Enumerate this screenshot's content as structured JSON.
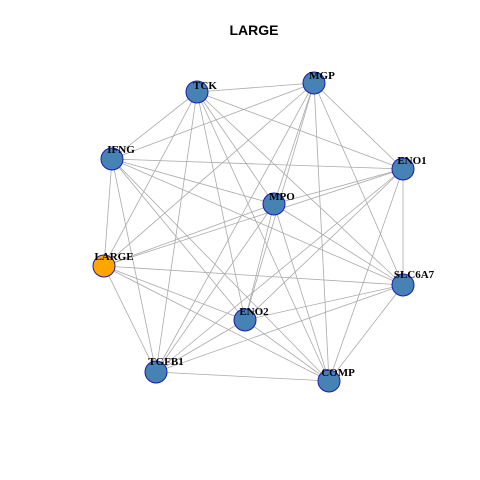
{
  "title": "LARGE",
  "colors": {
    "node_default": "#4682B4",
    "node_highlight": "#FFA500",
    "node_stroke": "#1A1AB3",
    "edge": "#AAAAAA"
  },
  "nodes": [
    {
      "id": "TCK",
      "label": "TCK",
      "highlight": false
    },
    {
      "id": "MGP",
      "label": "MGP",
      "highlight": false
    },
    {
      "id": "IFNG",
      "label": "IFNG",
      "highlight": false
    },
    {
      "id": "ENO1",
      "label": "ENO1",
      "highlight": false
    },
    {
      "id": "MPO",
      "label": "MPO",
      "highlight": false
    },
    {
      "id": "LARGE",
      "label": "LARGE",
      "highlight": true
    },
    {
      "id": "SLC6A7",
      "label": "SLC6A7",
      "highlight": false
    },
    {
      "id": "ENO2",
      "label": "ENO2",
      "highlight": false
    },
    {
      "id": "TGFB1",
      "label": "TGFB1",
      "highlight": false
    },
    {
      "id": "COMP",
      "label": "COMP",
      "highlight": false
    }
  ],
  "edges": [
    [
      "TCK",
      "MGP"
    ],
    [
      "TCK",
      "IFNG"
    ],
    [
      "TCK",
      "ENO1"
    ],
    [
      "TCK",
      "MPO"
    ],
    [
      "TCK",
      "SLC6A7"
    ],
    [
      "TCK",
      "ENO2"
    ],
    [
      "TCK",
      "TGFB1"
    ],
    [
      "TCK",
      "COMP"
    ],
    [
      "TCK",
      "LARGE"
    ],
    [
      "MGP",
      "IFNG"
    ],
    [
      "MGP",
      "ENO1"
    ],
    [
      "MGP",
      "MPO"
    ],
    [
      "MGP",
      "SLC6A7"
    ],
    [
      "MGP",
      "ENO2"
    ],
    [
      "MGP",
      "TGFB1"
    ],
    [
      "MGP",
      "COMP"
    ],
    [
      "MGP",
      "LARGE"
    ],
    [
      "IFNG",
      "ENO1"
    ],
    [
      "IFNG",
      "MPO"
    ],
    [
      "IFNG",
      "LARGE"
    ],
    [
      "IFNG",
      "TGFB1"
    ],
    [
      "IFNG",
      "COMP"
    ],
    [
      "IFNG",
      "SLC6A7"
    ],
    [
      "IFNG",
      "ENO2"
    ],
    [
      "ENO1",
      "MPO"
    ],
    [
      "ENO1",
      "LARGE"
    ],
    [
      "ENO1",
      "SLC6A7"
    ],
    [
      "ENO1",
      "ENO2"
    ],
    [
      "ENO1",
      "TGFB1"
    ],
    [
      "ENO1",
      "COMP"
    ],
    [
      "MPO",
      "LARGE"
    ],
    [
      "MPO",
      "SLC6A7"
    ],
    [
      "MPO",
      "ENO2"
    ],
    [
      "MPO",
      "TGFB1"
    ],
    [
      "MPO",
      "COMP"
    ],
    [
      "LARGE",
      "SLC6A7"
    ],
    [
      "LARGE",
      "TGFB1"
    ],
    [
      "LARGE",
      "COMP"
    ],
    [
      "LARGE",
      "ENO2"
    ],
    [
      "SLC6A7",
      "ENO2"
    ],
    [
      "SLC6A7",
      "TGFB1"
    ],
    [
      "SLC6A7",
      "COMP"
    ],
    [
      "ENO2",
      "TGFB1"
    ],
    [
      "ENO2",
      "COMP"
    ],
    [
      "TGFB1",
      "COMP"
    ]
  ]
}
